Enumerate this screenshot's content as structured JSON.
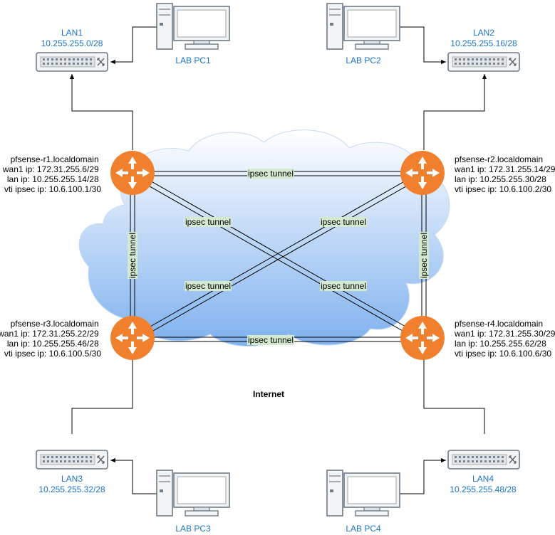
{
  "internet_label": "Internet",
  "tunnel_label": "ipsec tunnel",
  "routers": {
    "r1": {
      "lines": [
        "pfsense-r1.localdomain",
        "wan1 ip: 172.31.255.6/29",
        "lan ip: 10.255.255.14/28",
        "vti ipsec ip: 10.6.100.1/30"
      ]
    },
    "r2": {
      "lines": [
        "pfsense-r2.localdomain",
        "wan1 ip: 172.31.255.14/29",
        "lan ip: 10.255.255.30/28",
        "vti ipsec ip: 10.6.100.2/30"
      ]
    },
    "r3": {
      "lines": [
        "pfsense-r3.localdomain",
        "wan1 ip: 172.31.255.22/29",
        "lan ip: 10.255.255.46/28",
        "vti ipsec ip: 10.6.100.5/30"
      ]
    },
    "r4": {
      "lines": [
        "pfsense-r4.localdomain",
        "wan1 ip: 172.31.255.30/29",
        "lan ip: 10.255.255.62/28",
        "vti ipsec ip: 10.6.100.6/30"
      ]
    }
  },
  "lans": {
    "lan1": {
      "name": "LAN1",
      "subnet": "10.255.255.0/28"
    },
    "lan2": {
      "name": "LAN2",
      "subnet": "10.255.255.16/28"
    },
    "lan3": {
      "name": "LAN3",
      "subnet": "10.255.255.32/28"
    },
    "lan4": {
      "name": "LAN4",
      "subnet": "10.255.255.48/28"
    }
  },
  "pcs": {
    "pc1": "LAB PC1",
    "pc2": "LAB PC2",
    "pc3": "LAB PC3",
    "pc4": "LAB PC4"
  },
  "colors": {
    "router": "#f0802e",
    "label_blue": "#1a73c8",
    "tunnel_label_bg": "#d4e9d0",
    "cloud_top": "#ffffff",
    "cloud_bottom": "#7fb1ee"
  }
}
